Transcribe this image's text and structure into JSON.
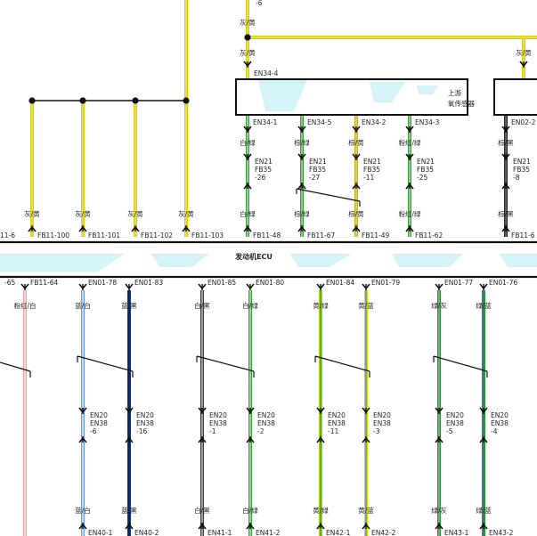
{
  "top_fragment": "-6",
  "top_wire_color": "灰/黄",
  "right_wire_color": "灰/黄",
  "upper_left_wires": [
    {
      "color": "灰/黄",
      "pin": "FB11-100"
    },
    {
      "color": "灰/黄",
      "pin": "FB11-101"
    },
    {
      "color": "灰/黄",
      "pin": "FB11-102"
    },
    {
      "color": "灰/黄",
      "pin": "FB11-103"
    }
  ],
  "sensor": {
    "label_line1": "上游",
    "label_line2": "氧传感器",
    "supply_pin": "EN34-4",
    "supply_color": "灰/黄"
  },
  "sensor_outputs": [
    {
      "pin": "EN34-1",
      "color": "白/绿",
      "via": [
        "EN21",
        "FB35",
        "-26"
      ],
      "color2": "白/绿",
      "ecu_pin": "FB11-48"
    },
    {
      "pin": "EN34-5",
      "color": "棕/绿",
      "via": [
        "EN21",
        "FB35",
        "-27"
      ],
      "color2": "棕/绿",
      "ecu_pin": "FB11-67"
    },
    {
      "pin": "EN34-2",
      "color": "棕/黄",
      "via": [
        "EN21",
        "FB35",
        "-11"
      ],
      "color2": "棕/黄",
      "ecu_pin": "FB11-49"
    },
    {
      "pin": "EN34-3",
      "color": "粉红/绿",
      "via": [
        "EN21",
        "FB35",
        "-25"
      ],
      "color2": "粉红/绿",
      "ecu_pin": "FB11-62"
    }
  ],
  "right_sensor": {
    "pin": "EN02-2",
    "color": "棕/黑",
    "via": [
      "EN21",
      "FB35",
      "-8"
    ],
    "color2": "棕/黑",
    "ecu_pin": "FB11-6"
  },
  "ecu_left_pin_fragment": "11-6",
  "ecu_label": "发动机ECU",
  "lower_left": {
    "pin_fragment": "-65",
    "pin": "FB11-64",
    "color": "粉红/白"
  },
  "lower_pairs": [
    {
      "pins": [
        "EN01-78",
        "EN01-83"
      ],
      "colors": [
        "蓝/白",
        "蓝/黑"
      ],
      "via": [
        [
          "EN20",
          "EN38",
          "-6"
        ],
        [
          "EN20",
          "EN38",
          "-16"
        ]
      ],
      "colors2": [
        "蓝/白",
        "蓝/黑"
      ],
      "ends": [
        "EN40-1",
        "EN40-2"
      ]
    },
    {
      "pins": [
        "EN01-85",
        "EN01-80"
      ],
      "colors": [
        "白/黑",
        "白/绿"
      ],
      "via": [
        [
          "EN20",
          "EN38",
          "-1"
        ],
        [
          "EN20",
          "EN38",
          "-2"
        ]
      ],
      "colors2": [
        "白/黑",
        "白/绿"
      ],
      "ends": [
        "EN41-1",
        "EN41-2"
      ]
    },
    {
      "pins": [
        "EN01-84",
        "EN01-79"
      ],
      "colors": [
        "黄/绿",
        "黄/蓝"
      ],
      "via": [
        [
          "EN20",
          "EN38",
          "-11"
        ],
        [
          "EN20",
          "EN38",
          "-3"
        ]
      ],
      "colors2": [
        "黄/绿",
        "黄/蓝"
      ],
      "ends": [
        "EN42-1",
        "EN42-2"
      ]
    },
    {
      "pins": [
        "EN01-77",
        "EN01-76"
      ],
      "colors": [
        "绿/灰",
        "绿/蓝"
      ],
      "via": [
        [
          "EN20",
          "EN38",
          "-5"
        ],
        [
          "EN20",
          "EN38",
          "-4"
        ]
      ],
      "colors2": [
        "绿/灰",
        "绿/蓝"
      ],
      "ends": [
        "EN43-1",
        "EN43-2"
      ]
    }
  ]
}
